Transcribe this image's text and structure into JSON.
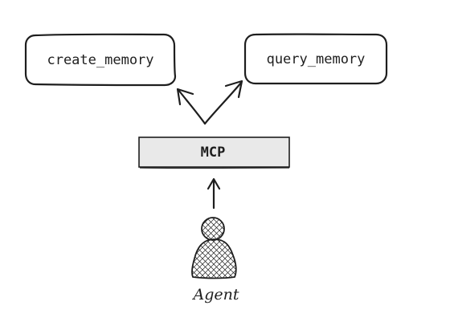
{
  "diagram": {
    "nodes": {
      "create_memory": {
        "label": "create_memory"
      },
      "query_memory": {
        "label": "query_memory"
      },
      "mcp": {
        "label": "MCP"
      },
      "agent": {
        "label": "Agent"
      }
    },
    "edges": [
      {
        "from": "agent",
        "to": "mcp"
      },
      {
        "from": "mcp",
        "to": "create_memory"
      },
      {
        "from": "mcp",
        "to": "query_memory"
      }
    ],
    "colors": {
      "stroke": "#1e1e1e",
      "mcp_fill": "#e9e9e9",
      "background": "#ffffff"
    }
  }
}
